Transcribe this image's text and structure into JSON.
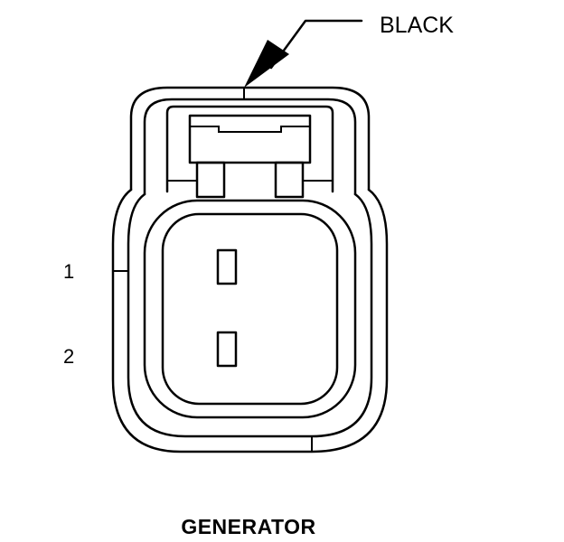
{
  "connector": {
    "title": "GENERATOR",
    "color_label": "BLACK",
    "pins": [
      {
        "number": "1"
      },
      {
        "number": "2"
      }
    ]
  },
  "colors": {
    "line": "#000000",
    "background": "#ffffff"
  }
}
